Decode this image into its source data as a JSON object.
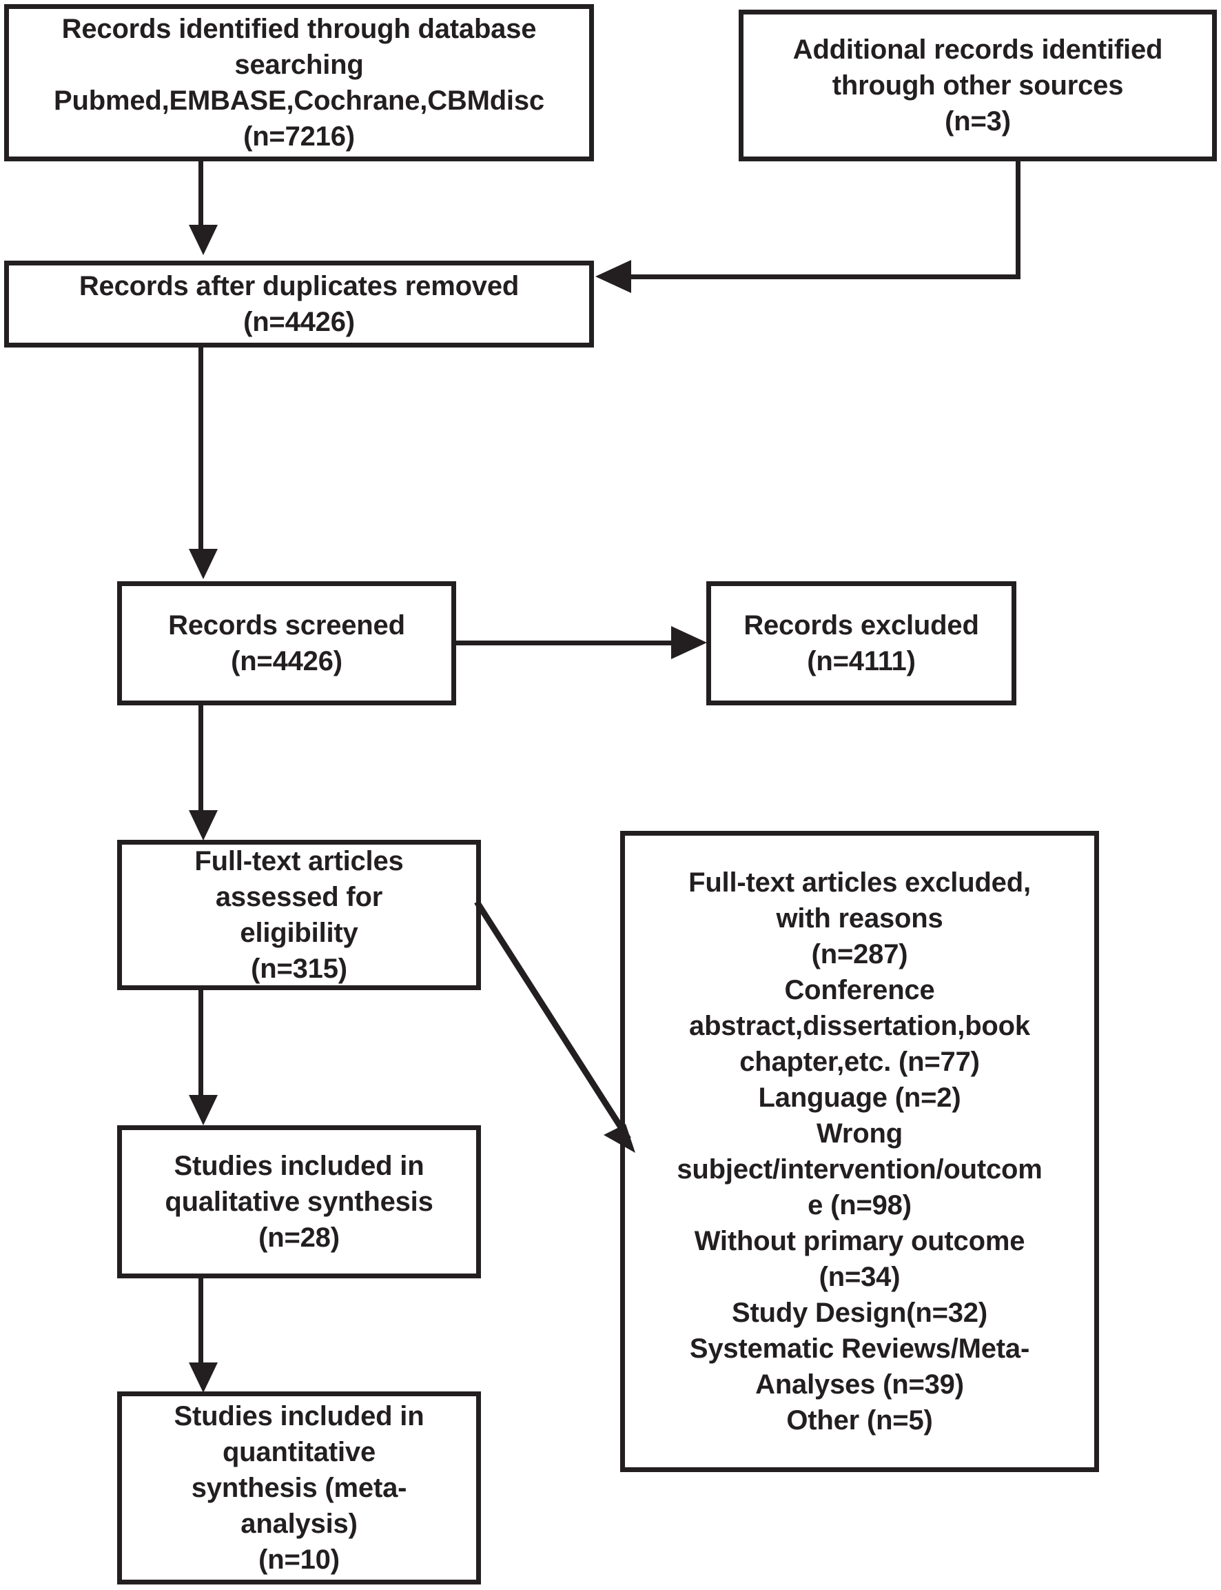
{
  "diagram": {
    "type": "prisma-flow-diagram",
    "nodes": {
      "database_search": "Records identified through database\nsearching\nPubmed,EMBASE,Cochrane,CBMdisc\n(n=7216)",
      "other_sources": "Additional records identified\nthrough other sources\n(n=3)",
      "duplicates_removed": "Records after duplicates removed\n(n=4426)",
      "records_screened": "Records screened\n(n=4426)",
      "records_excluded": "Records excluded\n(n=4111)",
      "fulltext_assessed": "Full-text articles\nassessed for\neligibility\n(n=315)",
      "fulltext_excluded": "Full-text articles excluded,\nwith reasons\n(n=287)\nConference\nabstract,dissertation,book\nchapter,etc. (n=77)\nLanguage (n=2)\nWrong\nsubject/intervention/outcom\ne (n=98)\nWithout primary outcome\n(n=34)\nStudy Design(n=32)\nSystematic Reviews/Meta-\nAnalyses (n=39)\nOther (n=5)",
      "qualitative_synthesis": "Studies included in\nqualitative synthesis\n(n=28)",
      "quantitative_synthesis": "Studies included in\nquantitative\nsynthesis (meta-\nanalysis)\n(n=10)"
    },
    "counts": {
      "database_search": 7216,
      "other_sources": 3,
      "duplicates_removed": 4426,
      "records_screened": 4426,
      "records_excluded": 4111,
      "fulltext_assessed": 315,
      "fulltext_excluded_total": 287,
      "conference_abstract_dissertation_book_chapter": 77,
      "language": 2,
      "wrong_subject_intervention_outcome": 98,
      "without_primary_outcome": 34,
      "study_design": 32,
      "systematic_reviews_meta_analyses": 39,
      "other": 5,
      "qualitative_synthesis": 28,
      "quantitative_synthesis": 10
    },
    "colors": {
      "stroke": "#231f20",
      "fill": "#ffffff",
      "text": "#231f20"
    }
  }
}
